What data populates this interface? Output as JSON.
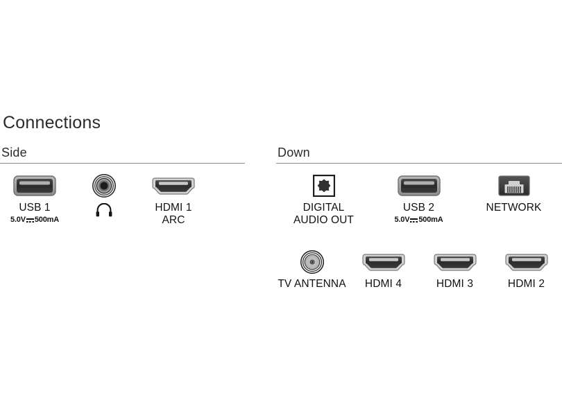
{
  "page": {
    "title": "Connections",
    "background": "#ffffff",
    "text_color": "#111111",
    "rule_color": "#8d8d8d"
  },
  "sections": [
    {
      "id": "side",
      "header": "Side",
      "rows": [
        {
          "ports": [
            {
              "icon": "usb-port-icon",
              "label": "USB 1",
              "sub_prefix": "5.0V",
              "sub_symbol": "dc-power-icon",
              "sub_suffix": "500mA"
            },
            {
              "icon": "headphone-jack-icon",
              "label": "",
              "glyph": "headphones-icon"
            },
            {
              "icon": "hdmi-port-icon",
              "label": "HDMI 1\nARC"
            }
          ]
        }
      ]
    },
    {
      "id": "down",
      "header": "Down",
      "rows": [
        {
          "ports": [
            {
              "icon": "optical-audio-icon",
              "label": "DIGITAL\nAUDIO OUT"
            },
            {
              "icon": "usb-port-icon",
              "label": "USB 2",
              "sub_prefix": "5.0V",
              "sub_symbol": "dc-power-icon",
              "sub_suffix": "500mA"
            },
            {
              "icon": "rj45-network-icon",
              "label": "NETWORK"
            }
          ]
        },
        {
          "ports": [
            {
              "icon": "coaxial-antenna-icon",
              "label": "TV ANTENNA"
            },
            {
              "icon": "hdmi-port-icon",
              "label": "HDMI 4"
            },
            {
              "icon": "hdmi-port-icon",
              "label": "HDMI 3"
            },
            {
              "icon": "hdmi-port-icon",
              "label": "HDMI 2"
            }
          ]
        }
      ]
    }
  ]
}
